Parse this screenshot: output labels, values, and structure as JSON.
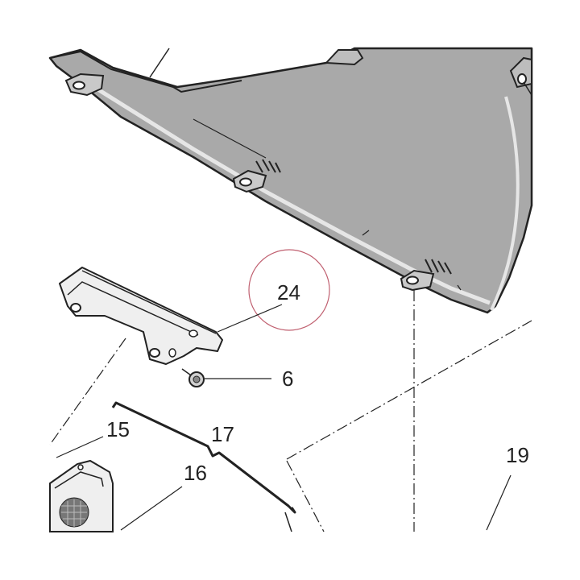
{
  "callouts": {
    "part_24": "24",
    "part_6": "6",
    "part_15": "15",
    "part_17": "17",
    "part_16": "16",
    "part_19": "19"
  },
  "colors": {
    "panel_fill": "#a9a9a9",
    "panel_edge": "#e6e6e6",
    "line": "#222222",
    "highlight_circle": "#c06070",
    "bracket_fill": "#efefef"
  }
}
